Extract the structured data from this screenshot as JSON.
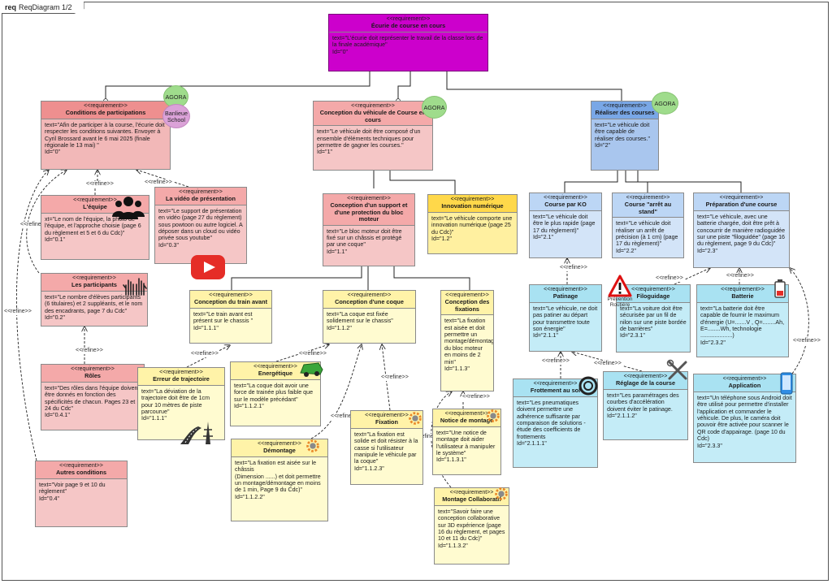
{
  "frame": {
    "keyword": "req",
    "title": "ReqDiagram 1/2"
  },
  "stereotype": "<<requirement>>",
  "refine": "<<refine>>",
  "badges": {
    "agora": "AGORA",
    "school": "Banlieue School",
    "prevention": "Prévention Routière"
  },
  "reqs": {
    "root": {
      "name": "Écurie de course en cours",
      "text": "text=\"L'écurie doit représenter le travail de la classe lors de la finale académique\"",
      "id": "Id=\"0\""
    },
    "conditions": {
      "name": "Conditions de participations",
      "text": "text=\"Afin de participer à la course, l'écurie doit respecter les conditions suivantes. Envoyer à Cyril Brossard avant le 6 mai 2025 (finale régionale le 13 mai) \"",
      "id": "Id=\"0\""
    },
    "conception": {
      "name": "Conception du véhicule de Course en cours",
      "text": "text=\"Le véhicule doit être composé d'un ensemble d'éléments techniques pour permettre de gagner les courses.\"",
      "id": "Id=\"1\""
    },
    "realiser": {
      "name": "Réaliser des courses",
      "text": "text=\"Le véhicule doit être capable de réaliser des courses.\"",
      "id": "Id=\"2\""
    },
    "equipe": {
      "name": "L'équipe",
      "text": "xt=\"Le nom de l'équipe, la photo de l'équipe, et l'approche choisie (page 6 du règlement et 5 et 6 du Cdc)\"",
      "id": "Id=\"0.1\""
    },
    "video": {
      "name": "La vidéo de présentation",
      "text": "text=\"Le support de présentation en vidéo (page 27 du règlement) sous powtoon ou autre logiciel. A déposer dans un cloud ou vidéo privée sous youtube\"",
      "id": "Id=\"0.3\""
    },
    "participants": {
      "name": "Les participants",
      "text": "text=\"Le nombre d'élèves participants (6 titulaires) et 2 suppléants, et le nom des encadrants, page 7 du Cdc\"",
      "id": "Id=\"0.2\""
    },
    "roles": {
      "name": "Rôles",
      "text": "text=\"Des rôles dans l'équipe doivent être donnés en fonction des spécificités de chacun. Pages 23 et 24 du Cdc\"",
      "id": "Id=\"0.4.1\""
    },
    "autres": {
      "name": "Autres conditions",
      "text": "text=\"Voir page 9 et 10 du règlement\"",
      "id": "Id=\"0.4\""
    },
    "support": {
      "name": "Conception d'un support et d'une protection du bloc moteur",
      "text": "text=\"Le bloc moteur doit être fixé sur un châssis et protégé par une coque\"",
      "id": "Id=\"1.1\""
    },
    "innovation": {
      "name": "Innovation numérique",
      "text": "text=\"Le véhicule comporte une innovation numérique (page 25 du Cdc)\"",
      "id": "Id=\"1.2\""
    },
    "train": {
      "name": "Conception du train avant",
      "text": "text=\"Le train avant est présent sur le chassis \"",
      "id": "Id=\"1.1.1\""
    },
    "coque": {
      "name": "Conception d'une coque",
      "text": "text=\"La coque est fixée solidement sur le chassis\"",
      "id": "Id=\"1.1.2\""
    },
    "fixations": {
      "name": "Conception des fixations",
      "text": "text=\"La fixation est aisée et doit permettre un montage/démontage du bloc moteur en moins de  2 min\"",
      "id": "Id=\"1.1.3\""
    },
    "trajectoire": {
      "name": "Erreur de trajectoire",
      "text": "text=\"La déviation de la trajectoire doit être de 1cm pour 10 mètres de piste parcourue\"",
      "id": "Id=\"1.1.1\""
    },
    "energetique": {
      "name": "Energétique",
      "text": "text=\"La coque doit avoir une force de trainée plus faible que sur le modèle précédant\"",
      "id": "Id=\"1.1.2.1\""
    },
    "fixation": {
      "name": "Fixation",
      "text": "text=\"La fixation est solide et doit résister à la casse si l'utilisateur manipule le véhicule par la coque\"",
      "id": "Id=\"1.1.2.3\""
    },
    "demontage": {
      "name": "Démontage",
      "text": "text=\"La fixation est aisée sur le châssis\n (Dimension ......) et doit permettre un montage/démontage en moins de  1 min, Page 9 du Cdc)\"",
      "id": "Id=\"1.1.2.2\""
    },
    "notice": {
      "name": "Notice de montage",
      "text": "text=\"Une notice de montage doit aider l'utilisateur à manipuler le système\"",
      "id": "Id=\"1.1.3.1\""
    },
    "collab": {
      "name": "Montage Collaboratif",
      "text": "text=\"Savoir faire une conception collaborative sur 3D expérience (page 16 du règlement, et pages 10 et 11 du Cdc)\"",
      "id": "Id=\"1.1.3.2\""
    },
    "ko": {
      "name": "Course par KO",
      "text": "text=\"Le véhicule doit être le plus rapide (page 17 du règlement)\"",
      "id": "Id=\"2.1\""
    },
    "arret": {
      "name": "Course \"arrêt au stand\"",
      "text": "text=\"Le véhicule doit réaliser un arrêt de précision (à 1 cm) (page 17 du règlement)\"",
      "id": "Id=\"2.2\""
    },
    "preparation": {
      "name": "Préparation d'une course",
      "text": "text=\"Le véhicule, avec une batterie chargée, doit être prêt à concourrir de manière radioguidée sur une piste \"filoguidée\" (page 16 du règlement, page 9 du Cdc)\"",
      "id": "Id=\"2.3\""
    },
    "patinage": {
      "name": "Patinage",
      "text": "text=\"Le véhicule, ne doit pas patiner au départ pour transmettre toute son énergie\"",
      "id": "Id=\"2.1.1\""
    },
    "filoguidage": {
      "name": "Filoguidage",
      "text": "text=\"La voiture doit être sécurisée par un fil de nilon sur une piste bordée de barrières\"",
      "id": "Id=\"2.3.1\""
    },
    "batterie": {
      "name": "Batterie",
      "text": "text=\"La batterie doit être capable de fournir le maximum d'énergie (U=.......V , Q=........Ah, E=........Wh, technologie ....................)",
      "id": "Id=\"2.3.2\""
    },
    "frottement": {
      "name": "Frottement au sol",
      "text": "text=\"Les pneumatiques doivent permettre une adhérence suffisante par comparaison de solutions - étude des coefficients de frottements",
      "id": "Id=\"2.1.1.1\""
    },
    "reglage": {
      "name": "Réglage de la course",
      "text": "text=\"Les paramétrages des courbes d'accélération doivent éviter le patinage.",
      "id": "Id=\"2.1.1.2\""
    },
    "application": {
      "name": "Application",
      "text": "text=\"Un téléphone sous Android doit être utilisé pour permettre d'installer l'application et commander le véhicule. De plus, le caméra doit pouvoir être activée pour scanner le QR code d'appairage. (page 10 du Cdc)",
      "id": "Id=\"2.3.3\""
    }
  },
  "colors": {
    "root": "#cc00cc",
    "red": "#ee8f8f",
    "pink": "#f4a9a9",
    "yellow": "#fff3a8",
    "gold": "#ffd84a",
    "blue": "#bcd6f5",
    "darkblue": "#79a7e6",
    "cyan": "#a9e2f2",
    "badge_green": "#9fdc8c",
    "badge_pink": "#dba2d8"
  },
  "icons": [
    "team-icon",
    "raised-hands-icon",
    "youtube-play-icon",
    "road-icon",
    "green-car-icon",
    "gear-icon",
    "warning-sign-icon",
    "battery-icon",
    "tire-icon",
    "wrench-screwdriver-icon",
    "smartphone-icon"
  ]
}
